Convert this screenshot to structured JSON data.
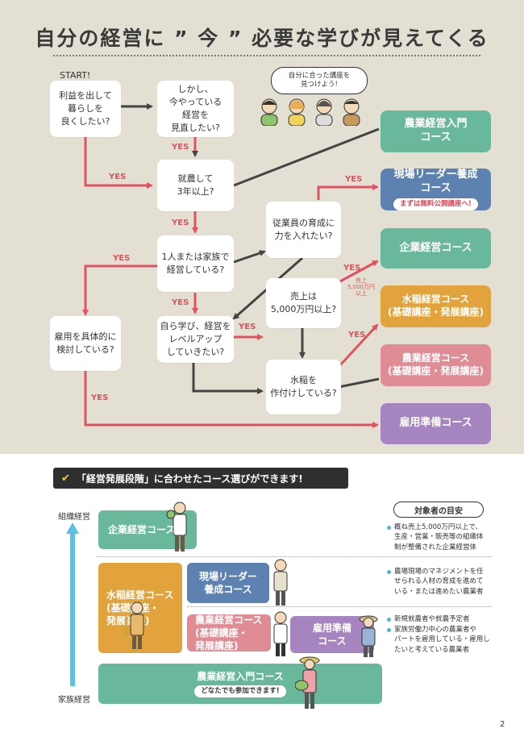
{
  "title": "自分の経営に ” 今 ” 必要な学びが見えてくる",
  "flow": {
    "start": "START!",
    "bubble": "自分に合った講座を\n見つけよう!",
    "q1": "利益を出して\n暮らしを\n良くしたい?",
    "q2": "しかし、\n今やっている\n経営を\n見直したい?",
    "q3": "就農して\n3年以上?",
    "q4": "従業員の育成に\n力を入れたい?",
    "q5": "1人または家族で\n経営している?",
    "q6": "売上は\n5,000万円以上?",
    "q7": "雇用を具体的に\n検討している?",
    "q8": "自ら学び、経営を\nレベルアップ\nしていきたい?",
    "q9": "水稲を\n作付けしている?",
    "yes": "YES",
    "sales_note": "売上\n5,000万円\n以上"
  },
  "courses": {
    "intro": "農業経営入門\nコース",
    "leader": "現場リーダー養成\nコース",
    "leader_pill": "まずは無料公開講座へ!",
    "corp": "企業経営コース",
    "rice": "水稲経営コース\n(基礎講座・発展講座)",
    "agri": "農業経営コース\n(基礎講座・発展講座)",
    "employ": "雇用準備コース"
  },
  "stages": {
    "banner": "「経営発展段階」に合わせたコース選びができます!",
    "axis_top": "組織経営",
    "axis_bottom": "家族経営",
    "corp": "企業経営コース",
    "rice": "水稲経営コース\n(基礎講座・\n発展講座)",
    "leader": "現場リーダー\n養成コース",
    "agri": "農業経営コース\n(基礎講座・\n発展講座)",
    "employ": "雇用準備\nコース",
    "intro": "農業経営入門コース",
    "intro_pill": "どなたでも参加できます!"
  },
  "targets": {
    "title": "対象者の目安",
    "t1": "概ね売上5,000万円以上で、\n生産・営業・販売等の組織体\n制が整備された企業経営体",
    "t2": "農場現場のマネジメントを任\nせられる人材の育成を進めて\nいる・または進めたい農業者",
    "t3a": "新規就農者や就農予定者",
    "t3b": "家族労働力中心の農業者や\nパートを雇用している・雇用し\nたいと考えている農業者"
  },
  "page_number": "2",
  "colors": {
    "green": "#69b89b",
    "blue": "#5d81b0",
    "orange": "#e2a23c",
    "pink": "#e08c94",
    "purple": "#a684bf",
    "arrow_red": "#e0525f",
    "arrow_dark": "#444444"
  }
}
